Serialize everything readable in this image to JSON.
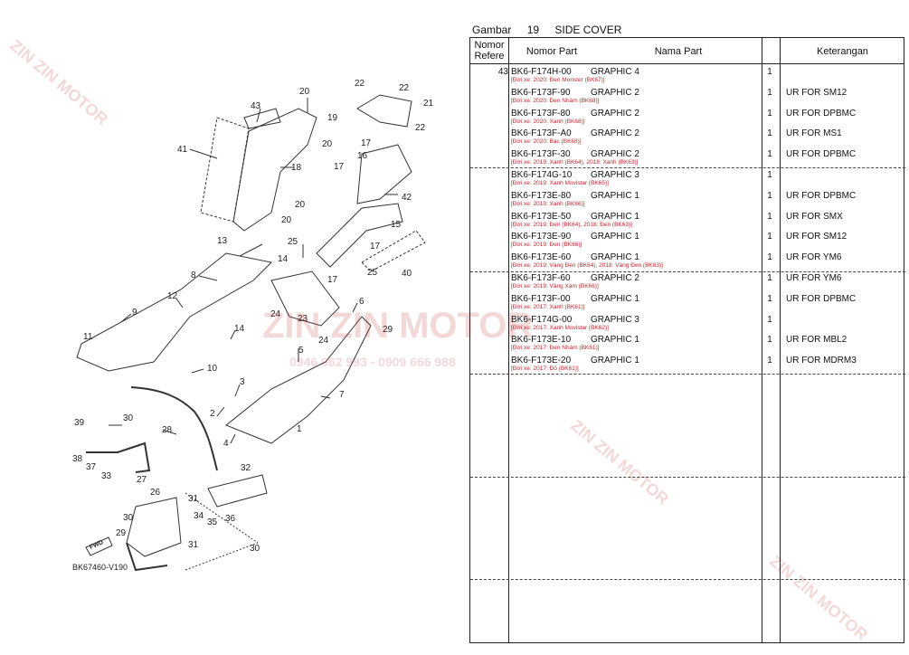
{
  "header": {
    "prefix": "Gambar",
    "number": "19",
    "title": "SIDE COVER"
  },
  "columns": {
    "ref": "Nomor\nRefere",
    "part_no": "Nomor Part",
    "name": "Nama Part",
    "qty": "",
    "remark": "Keterangan"
  },
  "rows": [
    {
      "ref": "43",
      "pn": "BK6-F174H-00",
      "name": "GRAPHIC 4",
      "qty": "1",
      "remark": "",
      "note": "[Đời xe: 2020: Đen Monster (BK67)]"
    },
    {
      "ref": "",
      "pn": "BK6-F173F-90",
      "name": "GRAPHIC 2",
      "qty": "1",
      "remark": "UR FOR SM12",
      "note": "[Đời xe: 2020: Đen Nhám (BK68)]"
    },
    {
      "ref": "",
      "pn": "BK6-F173F-80",
      "name": "GRAPHIC 2",
      "qty": "1",
      "remark": "UR FOR DPBMC",
      "note": "[Đời xe: 2020: Xanh (BK68)]"
    },
    {
      "ref": "",
      "pn": "BK6-F173F-A0",
      "name": "GRAPHIC 2",
      "qty": "1",
      "remark": "UR FOR MS1",
      "note": "[Đời xe: 2020: Bạc (BK68)]"
    },
    {
      "ref": "",
      "pn": "BK6-F173F-30",
      "name": "GRAPHIC 2",
      "qty": "1",
      "remark": "UR FOR DPBMC",
      "note": "[Đời xe: 2019: Xanh (BK64), 2018: Xanh (BK63)]"
    },
    {
      "ref": "",
      "pn": "BK6-F174G-10",
      "name": "GRAPHIC 3",
      "qty": "1",
      "remark": "",
      "note": "[Đời xe: 2019: Xanh Movistar (BK65)]"
    },
    {
      "ref": "",
      "pn": "BK6-F173E-80",
      "name": "GRAPHIC 1",
      "qty": "1",
      "remark": "UR FOR DPBMC",
      "note": "[Đời xe: 2019: Xanh (BK66)]"
    },
    {
      "ref": "",
      "pn": "BK6-F173E-50",
      "name": "GRAPHIC 1",
      "qty": "1",
      "remark": "UR FOR SMX",
      "note": "[Đời xe: 2019: Đen (BK64), 2018: Đen (BK63)]"
    },
    {
      "ref": "",
      "pn": "BK6-F173E-90",
      "name": "GRAPHIC 1",
      "qty": "1",
      "remark": "UR FOR SM12",
      "note": "[Đời xe: 2019: Đen (BK66)]"
    },
    {
      "ref": "",
      "pn": "BK6-F173E-60",
      "name": "GRAPHIC 1",
      "qty": "1",
      "remark": "UR FOR YM6",
      "note": "[Đời xe: 2019: Vàng Đen (BK64), 2018: Vàng Đen (BK63)]"
    },
    {
      "ref": "",
      "pn": "BK6-F173F-60",
      "name": "GRAPHIC 2",
      "qty": "1",
      "remark": "UR FOR YM6",
      "note": "[Đời xe: 2019: Vàng Xám (BK66)]"
    },
    {
      "ref": "",
      "pn": "BK6-F173F-00",
      "name": "GRAPHIC 1",
      "qty": "1",
      "remark": "UR FOR DPBMC",
      "note": "[Đời xe: 2017: Xanh (BK61)]"
    },
    {
      "ref": "",
      "pn": "BK6-F174G-00",
      "name": "GRAPHIC 3",
      "qty": "1",
      "remark": "",
      "note": "[Đời xe: 2017: Xanh Movistar (BK62)]"
    },
    {
      "ref": "",
      "pn": "BK6-F173E-10",
      "name": "GRAPHIC 1",
      "qty": "1",
      "remark": "UR FOR MBL2",
      "note": "[Đời xe: 2017: Đen Nhám (BK61)]"
    },
    {
      "ref": "",
      "pn": "BK6-F173E-20",
      "name": "GRAPHIC 1",
      "qty": "1",
      "remark": "UR FOR MDRM3",
      "note": "[Đời xe: 2017: Đỏ (BK61)]"
    }
  ],
  "diagram": {
    "code": "BK67460-V190",
    "fwd": "FWD",
    "callouts": [
      "20",
      "22",
      "22",
      "43",
      "19",
      "21",
      "22",
      "41",
      "20",
      "17",
      "18",
      "16",
      "17",
      "42",
      "20",
      "20",
      "15",
      "13",
      "25",
      "17",
      "40",
      "14",
      "8",
      "25",
      "12",
      "17",
      "9",
      "24",
      "23",
      "6",
      "11",
      "14",
      "10",
      "24",
      "5",
      "29",
      "3",
      "7",
      "2",
      "30",
      "28",
      "1",
      "4",
      "39",
      "38",
      "37",
      "33",
      "27",
      "26",
      "32",
      "31",
      "34",
      "35",
      "36",
      "30",
      "29",
      "31",
      "30"
    ]
  },
  "watermark": {
    "brand": "ZIN ZIN MOTOR",
    "phone": "0946 962 993 - 0909 666 988"
  },
  "colors": {
    "note": "#c0282d",
    "watermark": "#c43c3c"
  }
}
